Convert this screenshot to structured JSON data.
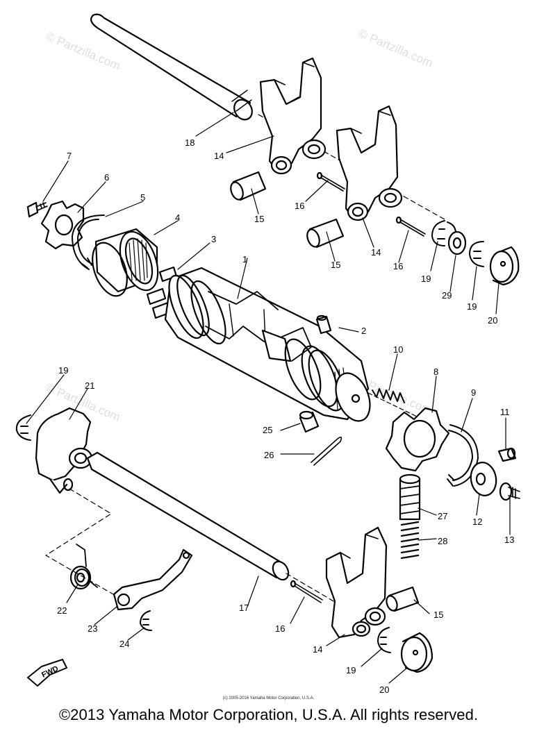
{
  "watermarks": [
    "© Partzilla.com",
    "© Partzilla.com",
    "© Partzilla.com",
    "© Partzilla.com"
  ],
  "fwd_label": "FWD",
  "callouts": [
    "1",
    "2",
    "3",
    "4",
    "5",
    "6",
    "7",
    "8",
    "9",
    "10",
    "11",
    "12",
    "13",
    "14",
    "14",
    "14",
    "15",
    "15",
    "15",
    "16",
    "16",
    "16",
    "17",
    "18",
    "19",
    "19",
    "19",
    "19",
    "20",
    "20",
    "21",
    "22",
    "23",
    "24",
    "25",
    "26",
    "27",
    "28",
    "29"
  ],
  "source_line": "(c) 2005-2016 Yamaha Motor Corporation, U.S.A.",
  "copyright": "©2013 Yamaha Motor Corporation, U.S.A. All rights reserved."
}
